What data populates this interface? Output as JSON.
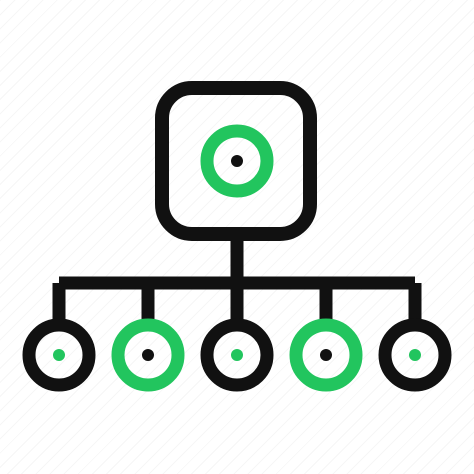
{
  "icon": {
    "name": "network-hierarchy-icon",
    "colors": {
      "stroke": "#111111",
      "accent": "#22c55e",
      "background": "#ffffff"
    },
    "top_node": {
      "ring_color": "accent",
      "dot_color": "stroke"
    },
    "bottom_nodes": [
      {
        "ring_color": "stroke",
        "dot_color": "accent"
      },
      {
        "ring_color": "accent",
        "dot_color": "stroke"
      },
      {
        "ring_color": "stroke",
        "dot_color": "accent"
      },
      {
        "ring_color": "accent",
        "dot_color": "stroke"
      },
      {
        "ring_color": "stroke",
        "dot_color": "accent"
      }
    ]
  }
}
